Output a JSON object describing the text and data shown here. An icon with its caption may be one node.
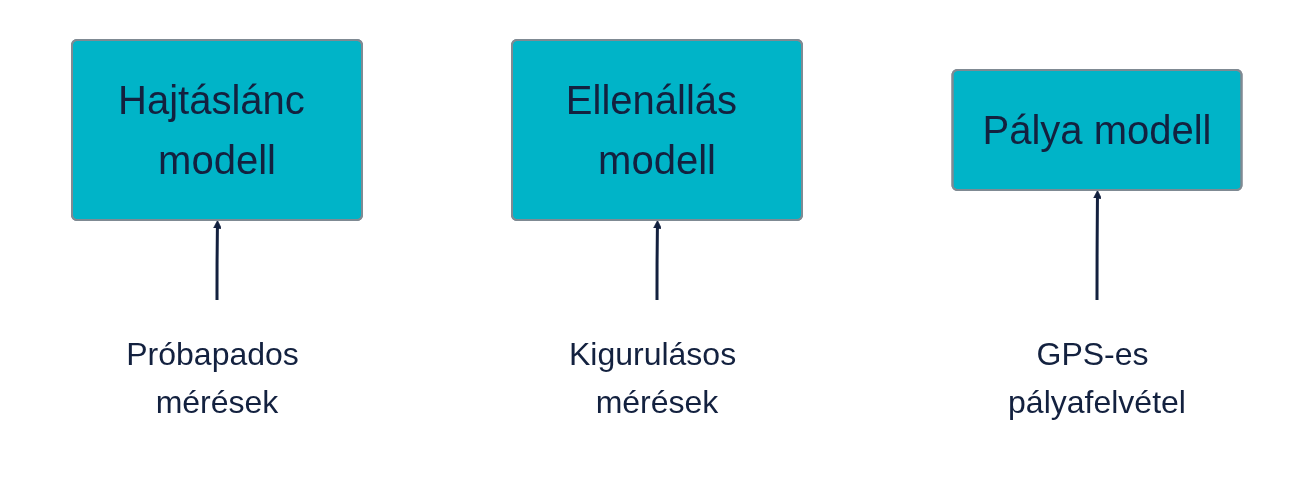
{
  "diagram": {
    "nodes": [
      {
        "text": [
          "Hajtáslánc modell"
        ]
      },
      {
        "text": [
          "Ellenállás modell"
        ]
      },
      {
        "text": [
          "Pálya modell"
        ]
      },
      {
        "text": [
          "Próbapados mérések"
        ]
      },
      {
        "text": [
          "Kigurulásos mérések"
        ]
      },
      {
        "text": [
          "GPS-es pályafelvétel"
        ]
      }
    ],
    "edges": [
      {
        "from": 3,
        "to": 0,
        "arrow": "to"
      },
      {
        "from": 4,
        "to": 1,
        "arrow": "to"
      },
      {
        "from": 5,
        "to": 2,
        "arrow": "to"
      }
    ]
  }
}
